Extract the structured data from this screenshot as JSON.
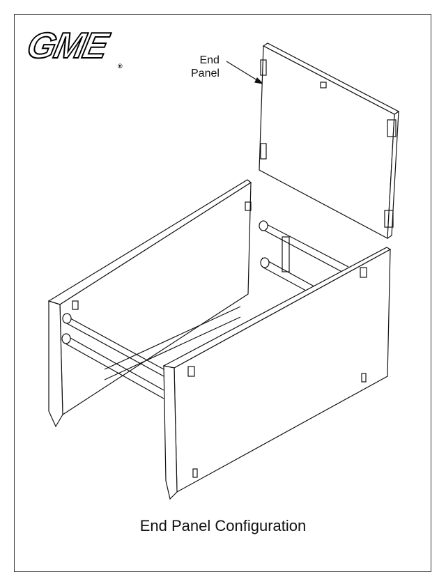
{
  "logo": {
    "text": "GME",
    "registered": "®"
  },
  "callout": {
    "line1": "End",
    "line2": "Panel"
  },
  "caption": "End Panel Configuration"
}
